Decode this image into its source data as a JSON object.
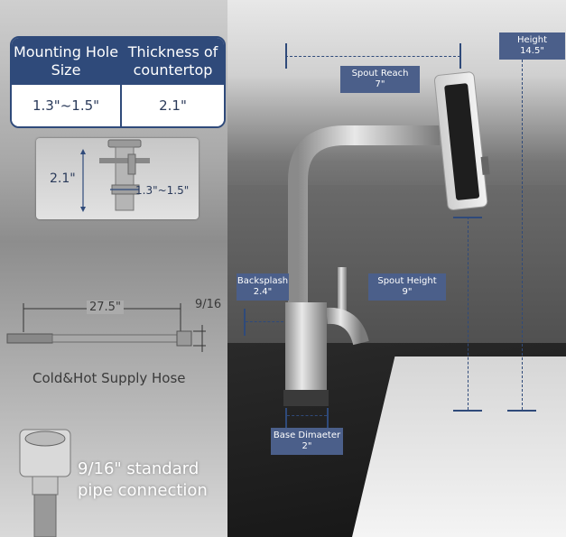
{
  "spec_table": {
    "col1_header": "Mounting Hole Size",
    "col2_header": "Thickness of countertop",
    "col1_value": "1.3\"~1.5\"",
    "col2_value": "2.1\""
  },
  "hole_detail": {
    "thickness_label": "2.1\"",
    "hole_label": "1.3\"~1.5\""
  },
  "hose": {
    "length_label": "27.5\"",
    "thread_label": "9/16",
    "caption": "Cold&Hot Supply Hose"
  },
  "pipe_connection": {
    "line1": "9/16\" standard",
    "line2": "pipe connection"
  },
  "dimensions": {
    "spout_reach_label": "Spout Reach",
    "spout_reach_value": "7\"",
    "height_label": "Height",
    "height_value": "14.5\"",
    "backsplash_label": "Backsplash",
    "backsplash_value": "2.4\"",
    "spout_height_label": "Spout Height",
    "spout_height_value": "9\"",
    "base_label": "Base Dimaeter",
    "base_value": "2\""
  },
  "colors": {
    "brand_blue": "#2f4a7a",
    "label_blue": "#4b5f8a"
  }
}
